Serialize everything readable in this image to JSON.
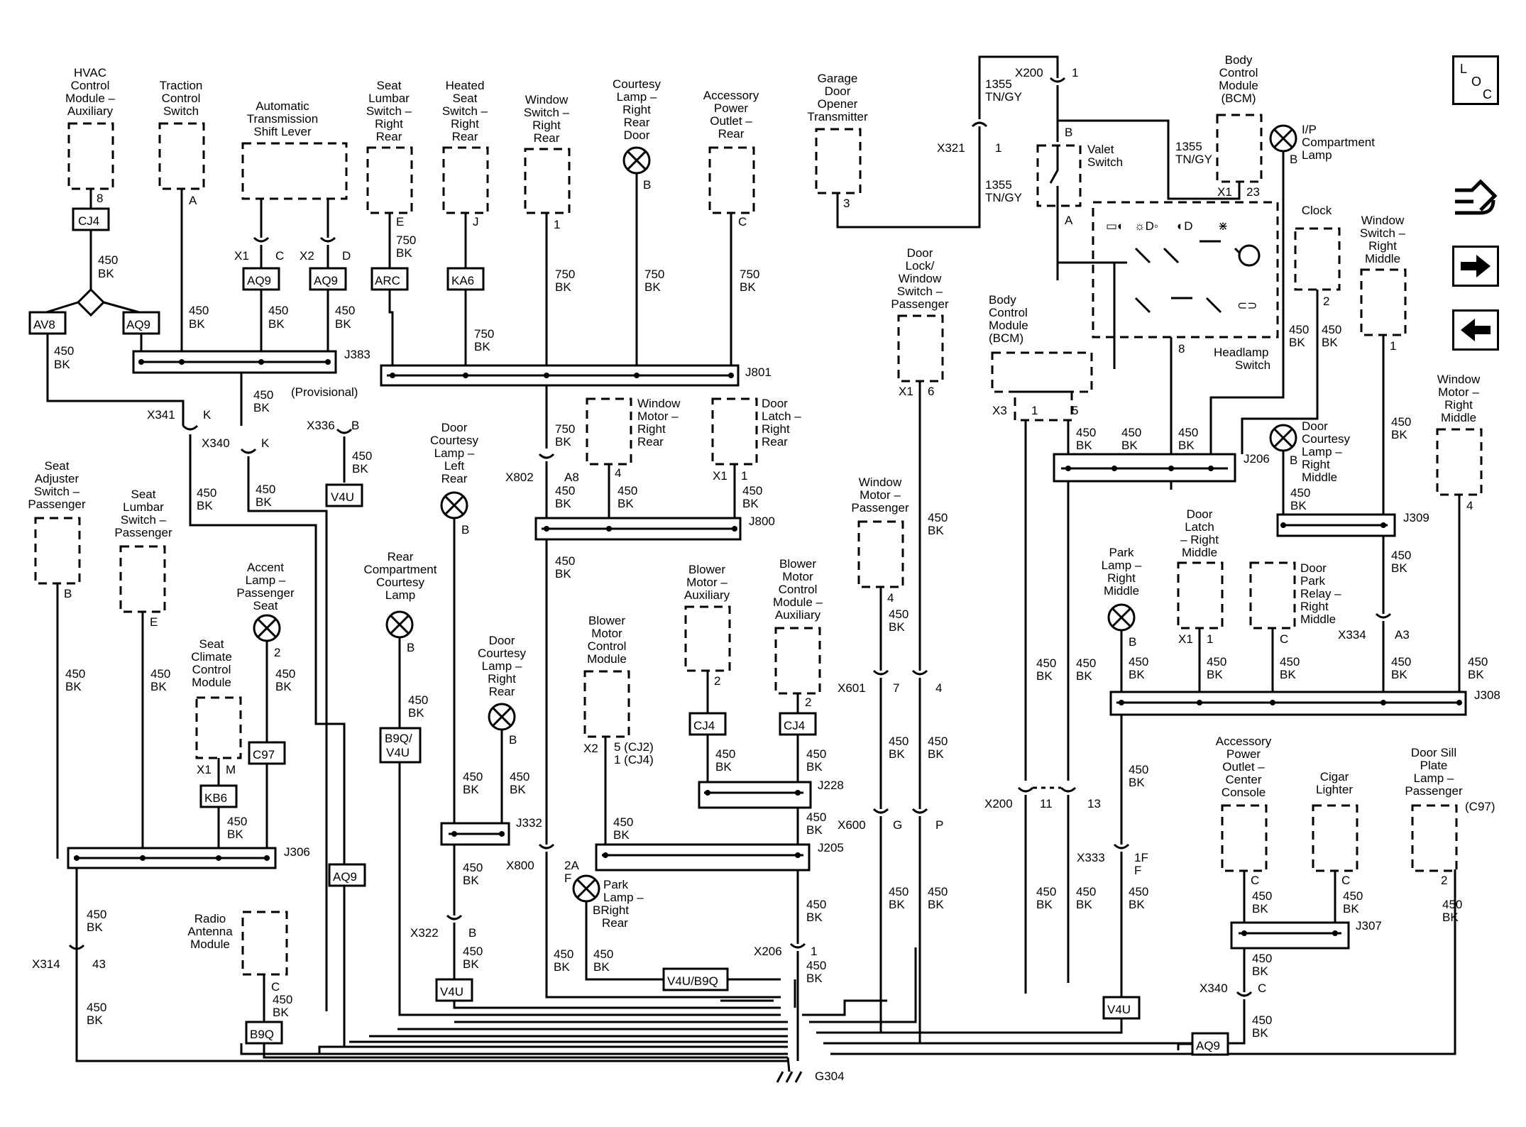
{
  "title_icon": {
    "letters": [
      "L",
      "O",
      "C"
    ]
  },
  "nav": {
    "right_arrow": "arrow-right-icon",
    "left_arrow": "arrow-left-icon",
    "back": "back-icon"
  },
  "components": [
    {
      "id": "hvac",
      "lines": [
        "HVAC",
        "Control",
        "Module –",
        "Auxiliary"
      ]
    },
    {
      "id": "traction",
      "lines": [
        "Traction",
        "Control",
        "Switch"
      ]
    },
    {
      "id": "shift",
      "lines": [
        "Automatic",
        "Transmission",
        "Shift Lever"
      ]
    },
    {
      "id": "lumbar_rr",
      "lines": [
        "Seat",
        "Lumbar",
        "Switch –",
        "Right",
        "Rear"
      ]
    },
    {
      "id": "heated_rr",
      "lines": [
        "Heated",
        "Seat",
        "Switch –",
        "Right",
        "Rear"
      ]
    },
    {
      "id": "window_sw_rr",
      "lines": [
        "Window",
        "Switch –",
        "Right",
        "Rear"
      ]
    },
    {
      "id": "courtesy_rrd",
      "lines": [
        "Courtesy",
        "Lamp –",
        "Right",
        "Rear",
        "Door"
      ]
    },
    {
      "id": "acc_outlet_rear",
      "lines": [
        "Accessory",
        "Power",
        "Outlet –",
        "Rear"
      ]
    },
    {
      "id": "garage",
      "lines": [
        "Garage",
        "Door",
        "Opener",
        "Transmitter"
      ]
    },
    {
      "id": "valet",
      "lines": [
        "Valet",
        "Switch"
      ]
    },
    {
      "id": "bcm_top",
      "lines": [
        "Body",
        "Control",
        "Module",
        "(BCM)"
      ]
    },
    {
      "id": "ip_lamp",
      "lines": [
        "I/P",
        "Compartment",
        "Lamp"
      ]
    },
    {
      "id": "headlamp",
      "lines": [
        "Headlamp",
        "Switch"
      ]
    },
    {
      "id": "clock",
      "lines": [
        "Clock"
      ]
    },
    {
      "id": "window_sw_rm",
      "lines": [
        "Window",
        "Switch –",
        "Right",
        "Middle"
      ]
    },
    {
      "id": "door_lock",
      "lines": [
        "Door",
        "Lock/",
        "Window",
        "Switch –",
        "Passenger"
      ]
    },
    {
      "id": "bcm_mid",
      "lines": [
        "Body",
        "Control",
        "Module",
        "(BCM)"
      ]
    },
    {
      "id": "win_motor_rr",
      "lines": [
        "Window",
        "Motor –",
        "Right",
        "Rear"
      ]
    },
    {
      "id": "door_latch_rr",
      "lines": [
        "Door",
        "Latch –",
        "Right",
        "Rear"
      ]
    },
    {
      "id": "win_motor_rm",
      "lines": [
        "Window",
        "Motor –",
        "Right",
        "Middle"
      ]
    },
    {
      "id": "courtesy_rm",
      "lines": [
        "Door",
        "Courtesy",
        "Lamp –",
        "Right",
        "Middle"
      ]
    },
    {
      "id": "seat_adj",
      "lines": [
        "Seat",
        "Adjuster",
        "Switch –",
        "Passenger"
      ]
    },
    {
      "id": "lumbar_p",
      "lines": [
        "Seat",
        "Lumbar",
        "Switch –",
        "Passenger"
      ]
    },
    {
      "id": "accent",
      "lines": [
        "Accent",
        "Lamp –",
        "Passenger",
        "Seat"
      ]
    },
    {
      "id": "climate",
      "lines": [
        "Seat",
        "Climate",
        "Control",
        "Module"
      ]
    },
    {
      "id": "door_court_lr",
      "lines": [
        "Door",
        "Courtesy",
        "Lamp –",
        "Left",
        "Rear"
      ]
    },
    {
      "id": "rear_comp",
      "lines": [
        "Rear",
        "Compartment",
        "Courtesy",
        "Lamp"
      ]
    },
    {
      "id": "door_court_rr",
      "lines": [
        "Door",
        "Courtesy",
        "Lamp –",
        "Right",
        "Rear"
      ]
    },
    {
      "id": "blower",
      "lines": [
        "Blower",
        "Motor",
        "Control",
        "Module"
      ]
    },
    {
      "id": "blower_aux",
      "lines": [
        "Blower",
        "Motor –",
        "Auxiliary"
      ]
    },
    {
      "id": "blower_ctl_aux",
      "lines": [
        "Blower",
        "Motor",
        "Control",
        "Module –",
        "Auxiliary"
      ]
    },
    {
      "id": "win_motor_p",
      "lines": [
        "Window",
        "Motor –",
        "Passenger"
      ]
    },
    {
      "id": "park_rm",
      "lines": [
        "Park",
        "Lamp –",
        "Right",
        "Middle"
      ]
    },
    {
      "id": "door_latch_rm",
      "lines": [
        "Door",
        "Latch",
        "– Right",
        "Middle"
      ]
    },
    {
      "id": "door_park",
      "lines": [
        "Door",
        "Park",
        "Relay –",
        "Right",
        "Middle"
      ]
    },
    {
      "id": "radio",
      "lines": [
        "Radio",
        "Antenna",
        "Module"
      ]
    },
    {
      "id": "park_brr",
      "lines": [
        "Park",
        "Lamp –",
        "BRight",
        "Rear"
      ]
    },
    {
      "id": "acc_center",
      "lines": [
        "Accessory",
        "Power",
        "Outlet –",
        "Center",
        "Console"
      ]
    },
    {
      "id": "cigar",
      "lines": [
        "Cigar",
        "Lighter"
      ]
    },
    {
      "id": "sill",
      "lines": [
        "Door Sill",
        "Plate",
        "Lamp –",
        "Passenger"
      ]
    },
    {
      "id": "provisional",
      "lines": [
        "(Provisional)"
      ]
    }
  ],
  "splices": [
    "J383",
    "J801",
    "J800",
    "J206",
    "J309",
    "J308",
    "J306",
    "J332",
    "J228",
    "J205",
    "J307"
  ],
  "connectors": [
    "X341",
    "X340",
    "X336",
    "X802",
    "X1",
    "X200",
    "X321",
    "X3",
    "X601",
    "X600",
    "X800",
    "X322",
    "X206",
    "X314",
    "X333",
    "X334",
    "X340",
    "X2"
  ],
  "wire_labels": {
    "w450": "450",
    "w750": "750",
    "w1355": "1355",
    "bk": "BK",
    "tngy": "TN/GY"
  },
  "ground": "G304",
  "option_codes": [
    "CJ4",
    "AV8",
    "AQ9",
    "ARC",
    "KA6",
    "V4U",
    "C97",
    "KB6",
    "B9Q",
    "B9Q/",
    "V4U/B9Q"
  ],
  "misc_text": [
    "(C97)",
    "5 (CJ2)",
    "1 (CJ4)"
  ]
}
